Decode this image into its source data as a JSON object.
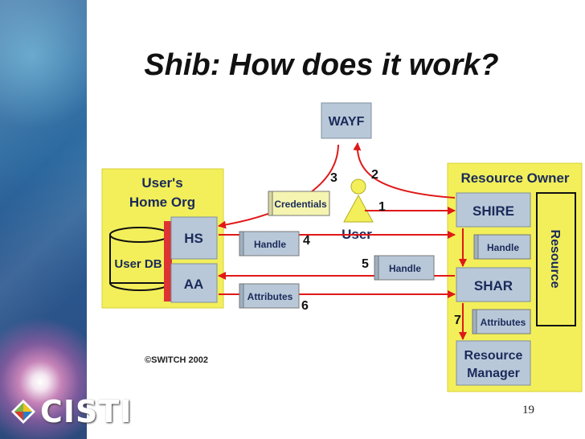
{
  "slide": {
    "title": "Shib: How does it work?",
    "page_number": "19",
    "copyright": "©SWITCH 2002",
    "logo_text": "CISTI"
  },
  "diagram": {
    "wayf": "WAYF",
    "home_org_title": [
      "User's",
      "Home Org"
    ],
    "hs": "HS",
    "aa": "AA",
    "user_db": "User DB",
    "user": "User",
    "resource_owner": "Resource Owner",
    "shire": "SHIRE",
    "shar": "SHAR",
    "resource": "Resource",
    "resource_manager": [
      "Resource",
      "Manager"
    ],
    "messages": {
      "credentials": "Credentials",
      "handle_4": "Handle",
      "handle_5": "Handle",
      "handle_shire": "Handle",
      "attributes_6": "Attributes",
      "attributes_7": "Attributes"
    },
    "steps": {
      "s1": "1",
      "s2": "2",
      "s3": "3",
      "s4": "4",
      "s5": "5",
      "s6": "6",
      "s7": "7"
    },
    "colors": {
      "yellow_panel": "#f2ef5a",
      "box_blue": "#b9c8d8",
      "arrow_red": "#e01818",
      "scroll_note": "#f5f4b0"
    }
  }
}
